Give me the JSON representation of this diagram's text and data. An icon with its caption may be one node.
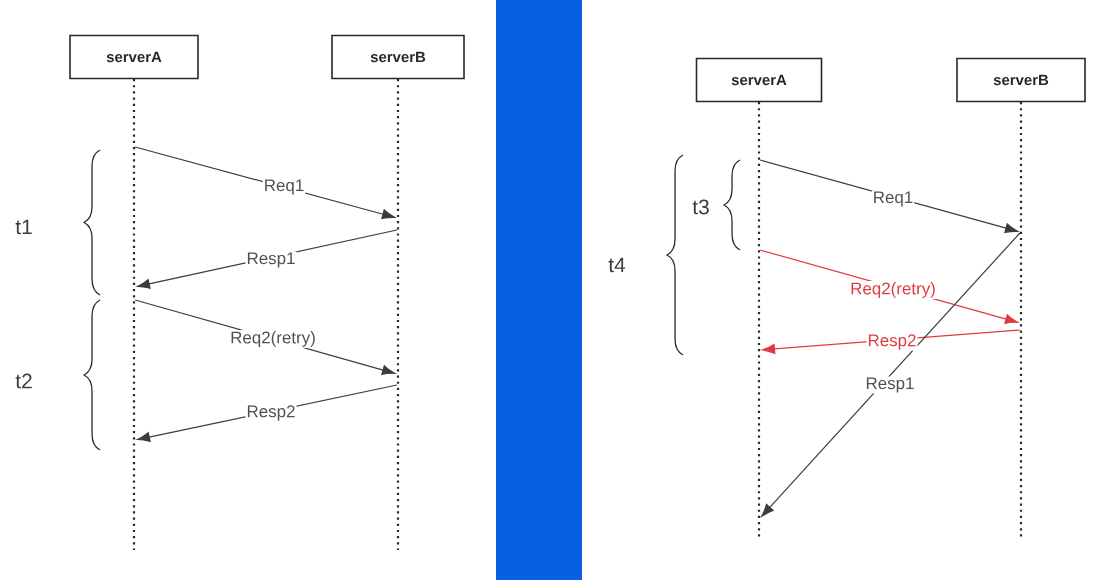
{
  "diagram": {
    "nodes": [
      {
        "text": [
          "serverA"
        ]
      },
      {
        "text": [],
        "shape": "line"
      },
      {
        "text": [
          "serverB"
        ]
      },
      {
        "text": [],
        "shape": "line"
      },
      {
        "text": [
          "serverA"
        ]
      },
      {
        "text": [],
        "shape": "line"
      },
      {
        "text": [
          "serverB"
        ]
      },
      {
        "text": [],
        "shape": "line"
      }
    ],
    "edges": [
      {
        "from": 1,
        "to": 3,
        "arrow": "to",
        "label": "Req1"
      },
      {
        "from": 3,
        "to": 1,
        "arrow": "to",
        "label": "Resp1"
      },
      {
        "from": 1,
        "to": 3,
        "arrow": "to",
        "label": "Req2(retry)"
      },
      {
        "from": 3,
        "to": 1,
        "arrow": "to",
        "label": "Resp2"
      },
      {
        "from": 5,
        "to": 7,
        "arrow": "to",
        "label": "Req1"
      },
      {
        "from": 5,
        "to": 7,
        "arrow": "to",
        "label": "Req2(retry)",
        "color": "#e03a3e"
      },
      {
        "from": 7,
        "to": 5,
        "arrow": "to",
        "label": "Resp2",
        "color": "#e03a3e"
      },
      {
        "from": 7,
        "to": 5,
        "arrow": "to",
        "label": "Resp1"
      }
    ],
    "labels": [
      "t1",
      "t2",
      "t4",
      "t3"
    ]
  }
}
